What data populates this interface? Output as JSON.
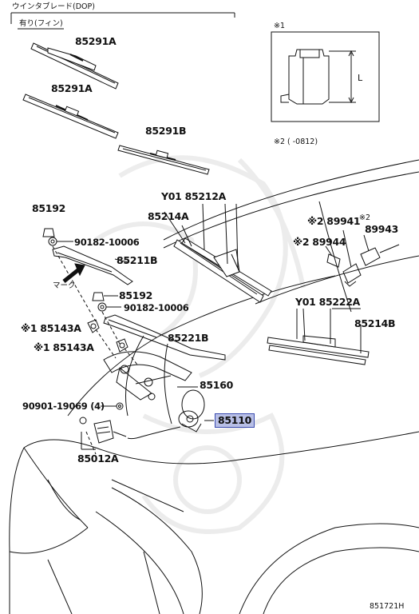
{
  "header": {
    "title": "ウインタブレード(DOP)",
    "subtitle": "有り(フィン)"
  },
  "inset": {
    "note": "※1",
    "dimension": "L"
  },
  "footnote": "※2 (       -0812)",
  "mark_label": "マーク",
  "parts": {
    "p85291a_1": "85291A",
    "p85291a_2": "85291A",
    "p85291b": "85291B",
    "p85192_1": "85192",
    "p90182_1": "90182-10006",
    "p85211b": "85211B",
    "p85192_2": "85192",
    "p90182_2": "90182-10006",
    "p85143a_1": "※1 85143A",
    "p85143a_2": "※1 85143A",
    "p85221b": "85221B",
    "p85160": "85160",
    "p90901": "90901-19069 (4)",
    "p85110": "85110",
    "p85012a": "85012A",
    "p85212a": "Y01 85212A",
    "p85214a": "85214A",
    "p89941": "※2 89941",
    "p89941_note": "※2",
    "p89943": "89943",
    "p89944": "※2 89944",
    "p85222a": "Y01 85222A",
    "p85214b": "85214B"
  },
  "highlight_part": "85110",
  "diagram_id": "851721H",
  "colors": {
    "line": "#111111",
    "highlight_fill": "#b8bfe6",
    "highlight_border": "#3a4bb0"
  }
}
